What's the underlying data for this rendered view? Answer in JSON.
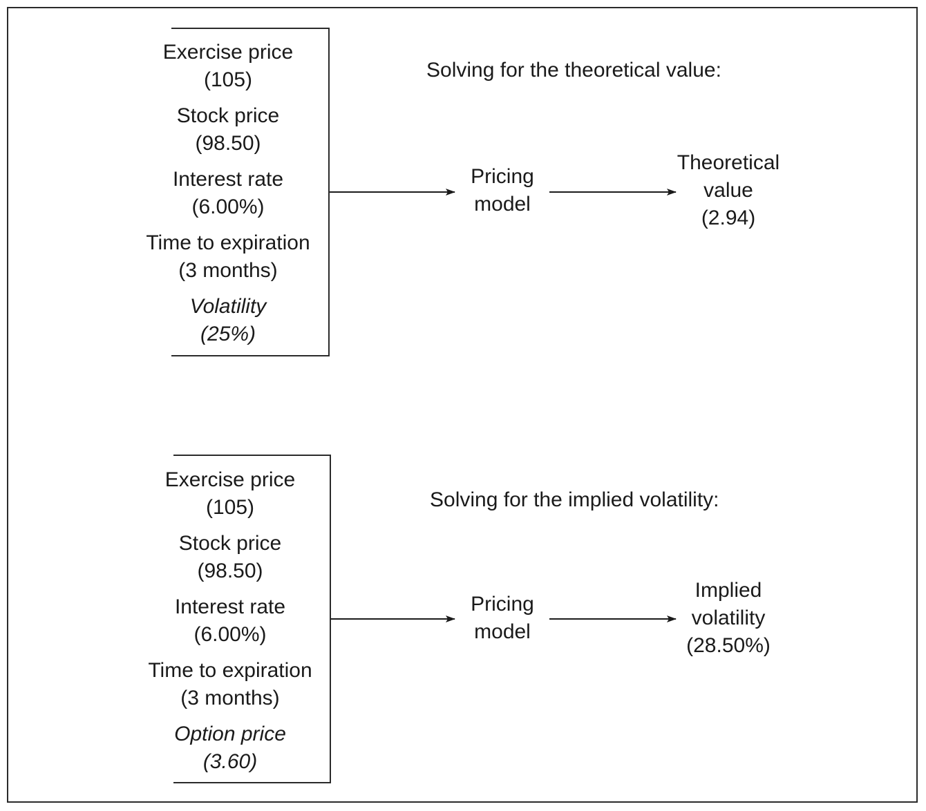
{
  "top": {
    "heading": "Solving for the theoretical value:",
    "inputs": [
      {
        "label": "Exercise price",
        "value": "(105)",
        "italic": false
      },
      {
        "label": "Stock price",
        "value": "(98.50)",
        "italic": false
      },
      {
        "label": "Interest rate",
        "value": "(6.00%)",
        "italic": false
      },
      {
        "label": "Time to expiration",
        "value": "(3 months)",
        "italic": false
      },
      {
        "label": "Volatility",
        "value": "(25%)",
        "italic": true
      }
    ],
    "model": {
      "line1": "Pricing",
      "line2": "model"
    },
    "output": {
      "line1": "Theoretical",
      "line2": "value",
      "line3": "(2.94)"
    }
  },
  "bottom": {
    "heading": "Solving for the implied volatility:",
    "inputs": [
      {
        "label": "Exercise price",
        "value": "(105)",
        "italic": false
      },
      {
        "label": "Stock price",
        "value": "(98.50)",
        "italic": false
      },
      {
        "label": "Interest rate",
        "value": "(6.00%)",
        "italic": false
      },
      {
        "label": "Time to expiration",
        "value": "(3 months)",
        "italic": false
      },
      {
        "label": "Option price",
        "value": "(3.60)",
        "italic": true
      }
    ],
    "model": {
      "line1": "Pricing",
      "line2": "model"
    },
    "output": {
      "line1": "Implied",
      "line2": "volatility",
      "line3": "(28.50%)"
    }
  }
}
